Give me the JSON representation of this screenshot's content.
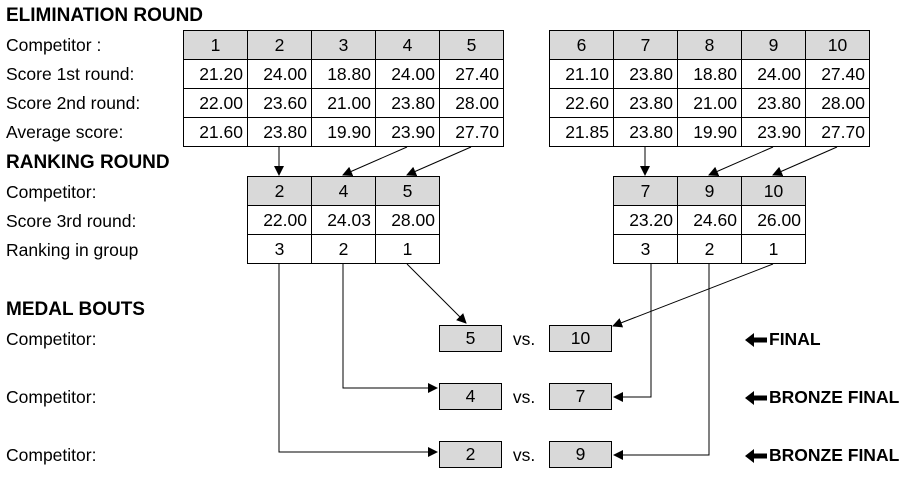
{
  "headings": {
    "elimination": "ELIMINATION ROUND",
    "ranking": "RANKING ROUND",
    "medal": "MEDAL BOUTS"
  },
  "elimination": {
    "labels": [
      "Competitor :",
      "Score 1st round:",
      "Score 2nd round:",
      "Average score:"
    ],
    "group_a": {
      "competitors": [
        "1",
        "2",
        "3",
        "4",
        "5"
      ],
      "score1": [
        "21.20",
        "24.00",
        "18.80",
        "24.00",
        "27.40"
      ],
      "score2": [
        "22.00",
        "23.60",
        "21.00",
        "23.80",
        "28.00"
      ],
      "average": [
        "21.60",
        "23.80",
        "19.90",
        "23.90",
        "27.70"
      ]
    },
    "group_b": {
      "competitors": [
        "6",
        "7",
        "8",
        "9",
        "10"
      ],
      "score1": [
        "21.10",
        "23.80",
        "18.80",
        "24.00",
        "27.40"
      ],
      "score2": [
        "22.60",
        "23.80",
        "21.00",
        "23.80",
        "28.00"
      ],
      "average": [
        "21.85",
        "23.80",
        "19.90",
        "23.90",
        "27.70"
      ]
    }
  },
  "ranking": {
    "labels": [
      "Competitor:",
      "Score 3rd round:",
      "Ranking in group"
    ],
    "group_a": {
      "competitors": [
        "2",
        "4",
        "5"
      ],
      "score3": [
        "22.00",
        "24.03",
        "28.00"
      ],
      "rank": [
        "3",
        "2",
        "1"
      ]
    },
    "group_b": {
      "competitors": [
        "7",
        "9",
        "10"
      ],
      "score3": [
        "23.20",
        "24.60",
        "26.00"
      ],
      "rank": [
        "3",
        "2",
        "1"
      ]
    }
  },
  "medal": {
    "label": "Competitor:",
    "vs": "vs.",
    "bouts": [
      {
        "left": "5",
        "right": "10",
        "tag": "FINAL"
      },
      {
        "left": "4",
        "right": "7",
        "tag": "BRONZE FINAL"
      },
      {
        "left": "2",
        "right": "9",
        "tag": "BRONZE FINAL"
      }
    ]
  }
}
